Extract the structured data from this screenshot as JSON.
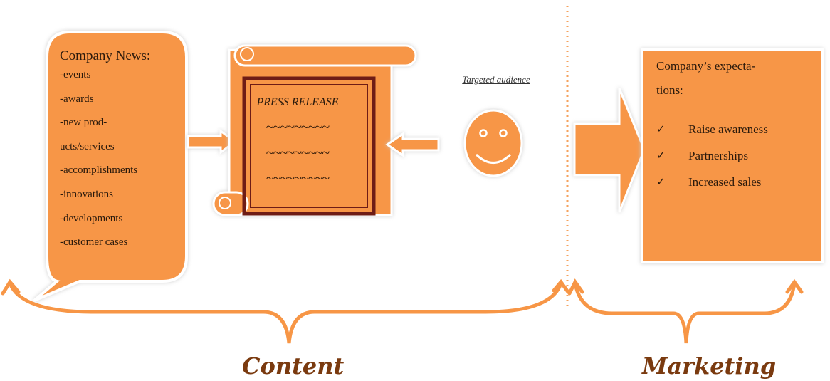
{
  "company_news": {
    "title": "Company News:",
    "items": [
      "-events",
      "-awards",
      "-new prod-",
      "ucts/services",
      "-accomplishments",
      "-innovations",
      "-developments",
      "-customer  cases"
    ]
  },
  "press_release": {
    "title": "PRESS RELEASE",
    "lines": [
      "~~~~~~~~~",
      "~~~~~~~~~",
      "~~~~~~~~~"
    ]
  },
  "audience": {
    "label": "Targeted audience",
    "icon": "smiley-face-icon"
  },
  "expectations": {
    "title_line1": "Company’s expecta-",
    "title_line2": "tions:",
    "items": [
      {
        "mark": "✓",
        "label": "Raise awareness"
      },
      {
        "mark": "✓",
        "label": "Partnerships"
      },
      {
        "mark": "✓",
        "label": "Increased sales"
      }
    ]
  },
  "sections": {
    "content": "Content",
    "marketing": "Marketing"
  },
  "colors": {
    "orange": "#f79646",
    "brown": "#6e1e14",
    "dark_brown": "#7a3a0f",
    "divider": "#f5a25c"
  }
}
